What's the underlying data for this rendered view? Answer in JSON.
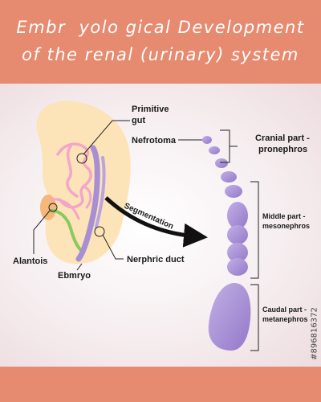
{
  "title": {
    "line1": "Embr  yolo gical Development",
    "line2": "of the renal (urinary) system"
  },
  "labels": {
    "primitive_gut_1": "Primitive",
    "primitive_gut_2": "gut",
    "nefrotoma": "Nefrotoma",
    "cranial_1": "Cranial part -",
    "cranial_2": "pronephros",
    "segmentation": "Segmentation",
    "middle_1": "Middle part -",
    "middle_2": "mesonephros",
    "alantois": "Alantois",
    "nerphric_duct": "Nerphric duct",
    "embryo": "Ebmryo",
    "caudal_1": "Caudal part -",
    "caudal_2": "metanephros"
  },
  "stock_id": "#896816372",
  "colors": {
    "header": "#e68a70",
    "embryo_body": "#fde3b8",
    "gut": "#f3a6c8",
    "nephric": "#a88fd4",
    "allantois_stalk": "#8cc860",
    "yolk": "#f5b77a",
    "arrow": "#111111"
  }
}
